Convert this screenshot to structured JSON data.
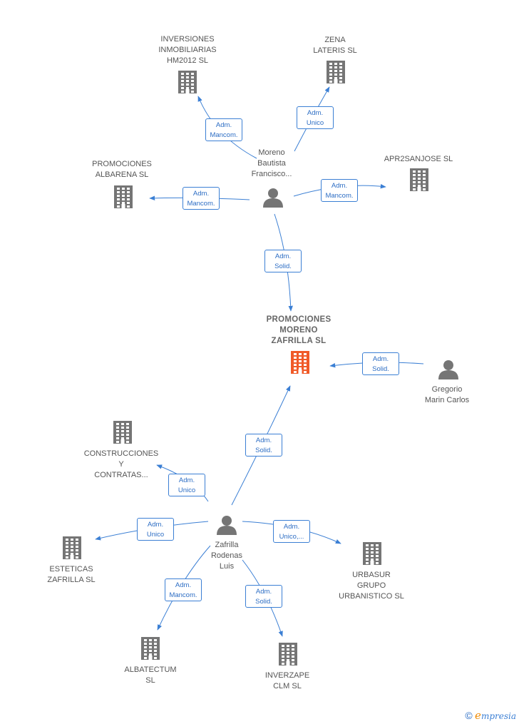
{
  "colors": {
    "edge": "#3b7fd4",
    "building": "#757575",
    "main_building": "#f05a28",
    "person": "#757575"
  },
  "nodes": {
    "inversiones": {
      "label": "INVERSIONES\nINMOBILIARIAS\nHM2012 SL",
      "icon": "building-icon"
    },
    "zena": {
      "label": "ZENA\nLATERIS SL",
      "icon": "building-icon"
    },
    "promociones_albarena": {
      "label": "PROMOCIONES\nALBARENA  SL",
      "icon": "building-icon"
    },
    "apr2sanjose": {
      "label": "APR2SANJOSE SL",
      "icon": "building-icon"
    },
    "moreno": {
      "label": "Moreno\nBautista\nFrancisco...",
      "icon": "person-icon"
    },
    "promociones_moreno": {
      "label": "PROMOCIONES\nMORENO\nZAFRILLA  SL",
      "icon": "building-icon"
    },
    "gregorio": {
      "label": "Gregorio\nMarin Carlos",
      "icon": "person-icon"
    },
    "construcciones": {
      "label": "CONSTRUCCIONES\nY\nCONTRATAS...",
      "icon": "building-icon"
    },
    "zafrilla": {
      "label": "Zafrilla\nRodenas\nLuis",
      "icon": "person-icon"
    },
    "esteticas": {
      "label": "ESTETICAS\nZAFRILLA  SL",
      "icon": "building-icon"
    },
    "urbasur": {
      "label": "URBASUR\nGRUPO\nURBANISTICO SL",
      "icon": "building-icon"
    },
    "albatectum": {
      "label": "ALBATECTUM\nSL",
      "icon": "building-icon"
    },
    "inverzape": {
      "label": "INVERZAPE\nCLM  SL",
      "icon": "building-icon"
    }
  },
  "relations": [
    {
      "from": "moreno",
      "to": "inversiones",
      "label": "Adm.\nMancom."
    },
    {
      "from": "moreno",
      "to": "zena",
      "label": "Adm.\nUnico"
    },
    {
      "from": "moreno",
      "to": "promociones_albarena",
      "label": "Adm.\nMancom."
    },
    {
      "from": "moreno",
      "to": "apr2sanjose",
      "label": "Adm.\nMancom."
    },
    {
      "from": "moreno",
      "to": "promociones_moreno",
      "label": "Adm.\nSolid."
    },
    {
      "from": "gregorio",
      "to": "promociones_moreno",
      "label": "Adm.\nSolid."
    },
    {
      "from": "zafrilla",
      "to": "promociones_moreno",
      "label": "Adm.\nSolid."
    },
    {
      "from": "zafrilla",
      "to": "construcciones",
      "label": "Adm.\nUnico"
    },
    {
      "from": "zafrilla",
      "to": "esteticas",
      "label": "Adm.\nUnico"
    },
    {
      "from": "zafrilla",
      "to": "urbasur",
      "label": "Adm.\nUnico,..."
    },
    {
      "from": "zafrilla",
      "to": "albatectum",
      "label": "Adm.\nMancom."
    },
    {
      "from": "zafrilla",
      "to": "inverzape",
      "label": "Adm.\nSolid."
    }
  ],
  "watermark": {
    "copyright": "©",
    "brand_first": "e",
    "brand_rest": "mpresia"
  }
}
